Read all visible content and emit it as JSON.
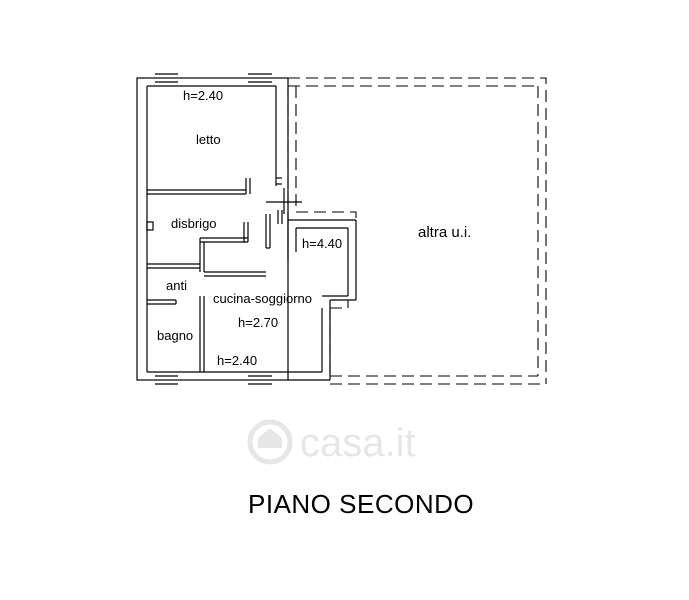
{
  "plan": {
    "rooms": {
      "letto": "letto",
      "disbrigo": "disbrigo",
      "anti": "anti",
      "bagno": "bagno",
      "cucina_soggiorno": "cucina-soggiorno",
      "altra_ui": "altra u.i."
    },
    "heights": {
      "letto": "h=2.40",
      "hall": "h=4.40",
      "cucina": "h=2.70",
      "bottom": "h=2.40"
    },
    "title": "PIANO SECONDO"
  },
  "watermark": {
    "text": "casa.it",
    "icon": "house-logo-icon"
  },
  "colors": {
    "line": "#000000",
    "watermark": "#e6e6e6",
    "background": "#ffffff"
  }
}
